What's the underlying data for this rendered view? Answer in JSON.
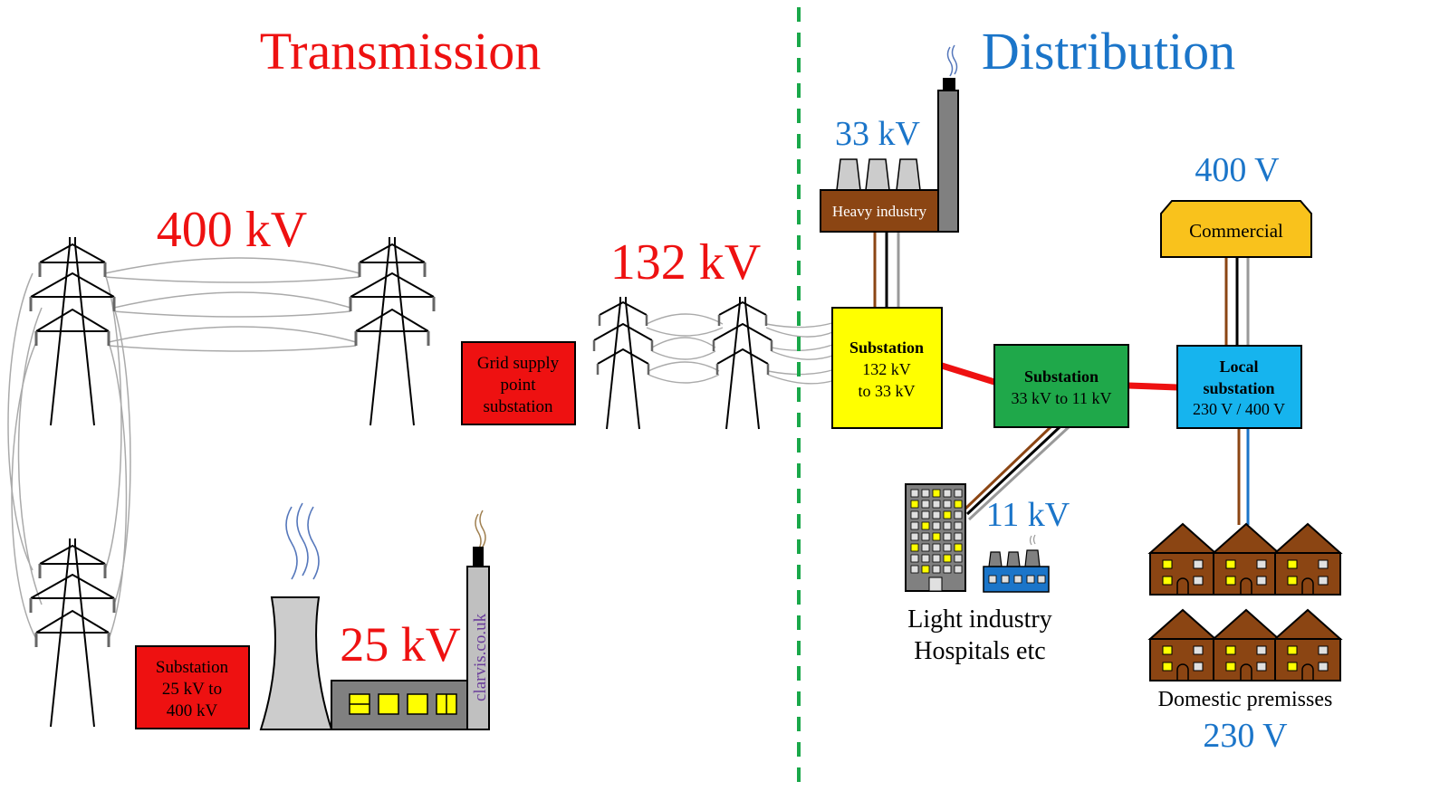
{
  "sections": {
    "transmission": "Transmission",
    "distribution": "Distribution"
  },
  "voltages": {
    "v400kv": "400 kV",
    "v132kv": "132 kV",
    "v25kv": "25 kV",
    "v33kv": "33 kV",
    "v400v": "400 V",
    "v11kv": "11 kV",
    "v230v": "230 V"
  },
  "boxes": {
    "grid_supply": [
      "Grid supply",
      "point",
      "substation"
    ],
    "gen_substation": [
      "Substation",
      "25 kV to",
      "400 kV"
    ],
    "heavy_industry": "Heavy industry",
    "sub_132_33": [
      "Substation",
      "132 kV",
      "to 33 kV"
    ],
    "sub_33_11": [
      "Substation",
      "33 kV to 11 kV"
    ],
    "local_sub": [
      "Local",
      "substation",
      "230 V / 400 V"
    ],
    "commercial": "Commercial"
  },
  "captions": {
    "light_industry": [
      "Light industry",
      "Hospitals etc"
    ],
    "domestic": "Domestic premisses"
  },
  "watermark": "clarvis.co.uk",
  "colors": {
    "transmission": "#ee1111",
    "distribution": "#1b75c9",
    "divider": "#1aa84a",
    "grid_red": "#ee1111",
    "sub_yellow": "#ffff00",
    "sub_green": "#1fa84a",
    "sub_blue": "#16b4ee",
    "commercial": "#f9c21c",
    "heavy": "#8b4513",
    "house": "#8b4513",
    "wire_brown": "#8b4513",
    "wire_blue": "#1b75c9"
  }
}
